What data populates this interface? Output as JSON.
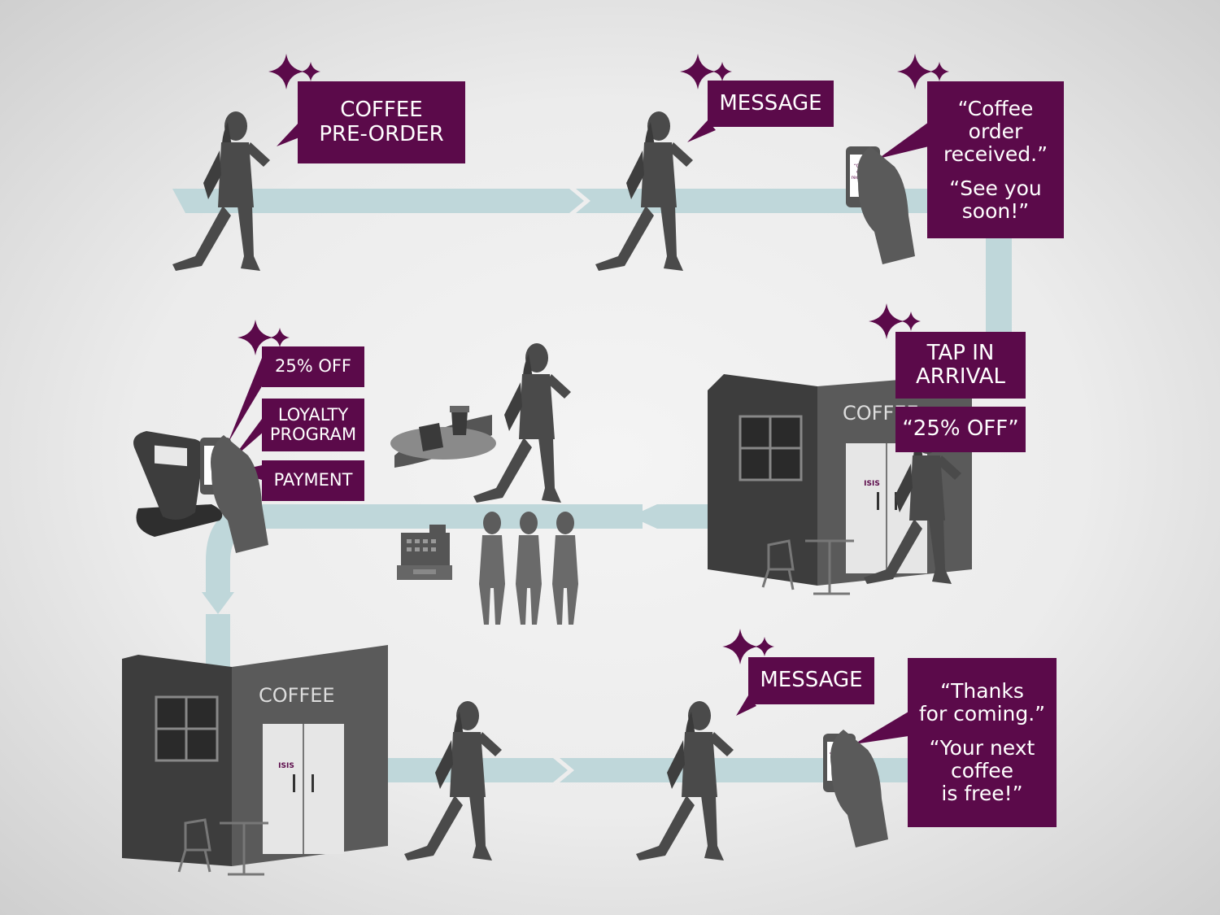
{
  "steps": {
    "preorder": {
      "label": "COFFEE\nPRE-ORDER"
    },
    "message1": {
      "label": "MESSAGE"
    },
    "confirm": {
      "line1": "“Coffee\norder\nreceived.”",
      "line2": "“See you\nsoon!”",
      "phone_text": "“Coffee\norder\nreceived”"
    },
    "tapin": {
      "label": "TAP IN\nARRIVAL"
    },
    "discount": {
      "label": "“25% OFF”"
    },
    "pos": {
      "off": "25% OFF",
      "loyalty": "LOYALTY\nPROGRAM",
      "payment": "PAYMENT"
    },
    "message2": {
      "label": "MESSAGE"
    },
    "thanks": {
      "line1": "“Thanks\nfor coming.”",
      "line2": "“Your next\ncoffee\nis free!”",
      "phone_text": "“Thank\nYou”"
    }
  },
  "shops": {
    "sign": "COFFEE",
    "door_logo": "ISIS"
  },
  "colors": {
    "accent": "#5b0a4a",
    "path": "#bfd7da",
    "silhouette": "#4a4a4a"
  }
}
